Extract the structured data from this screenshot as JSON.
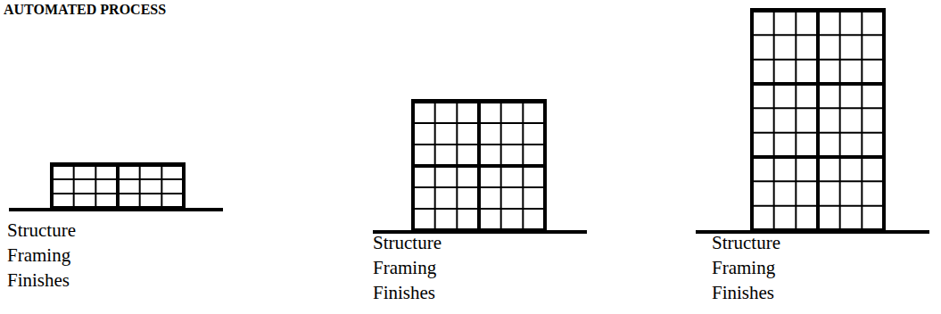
{
  "diagram": {
    "title": "AUTOMATED PROCESS",
    "labels": [
      "Structure",
      "Framing",
      "Finishes",
      "Structure",
      "Framing",
      "Finishes",
      "Structure",
      "Framing",
      "Finishes"
    ]
  }
}
